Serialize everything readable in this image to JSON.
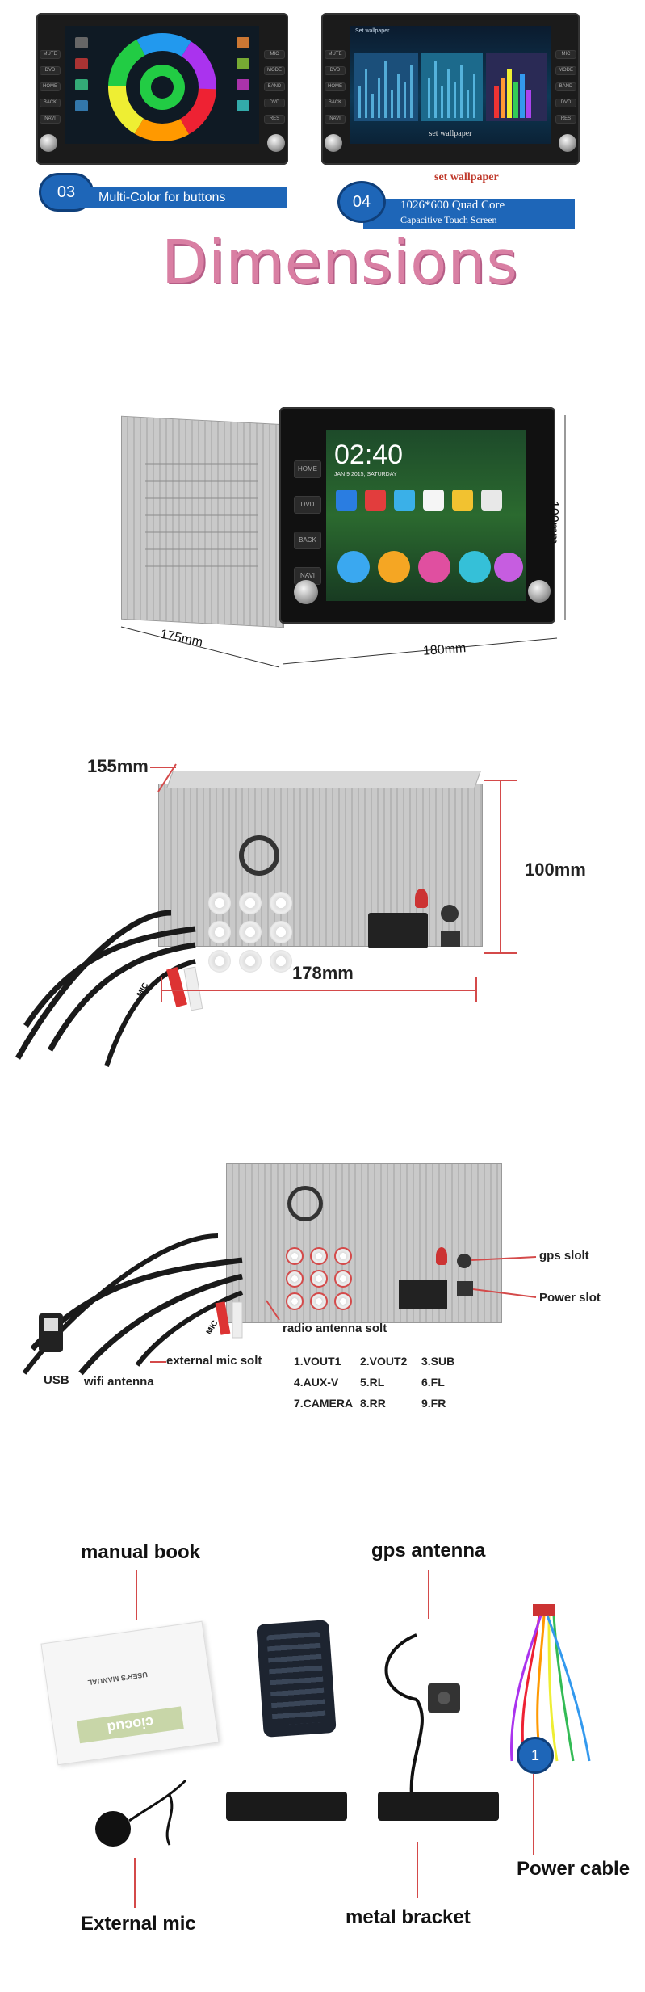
{
  "top_units": {
    "unit1_badge_num": "03",
    "unit1_badge_text": "Multi-Color for buttons",
    "unit2_badge_num": "04",
    "unit2_overlay_title": "set wallpaper",
    "unit2_overlay_small": "Set wallpaper",
    "unit2_badge_line1": "1026*600 Quad Core",
    "unit2_badge_line2": "Capacitive Touch Screen",
    "side_buttons_left": [
      "MUTE",
      "DVD",
      "HOME",
      "BACK",
      "NAVI"
    ],
    "side_buttons_right": [
      "MIC",
      "MODE",
      "BAND",
      "DVD",
      "RES"
    ]
  },
  "dimensions_title": "Dimensions",
  "front_view": {
    "clock": "02:40",
    "date": "JAN 9 2015, SATURDAY",
    "menu_buttons": [
      "HOME",
      "DVD",
      "BACK",
      "NAVI"
    ],
    "depth": "175mm",
    "width": "180mm",
    "height": "100mm"
  },
  "rear_view": {
    "depth": "155mm",
    "height": "100mm",
    "width": "178mm",
    "mic_label": "MIC"
  },
  "connections": {
    "gps_slot": "gps slolt",
    "power_slot": "Power slot",
    "radio_antenna": "radio antenna solt",
    "external_mic": "external mic solt",
    "usb": "USB",
    "wifi_antenna": "wifi antenna",
    "mic_label": "MIC",
    "pins_row1": [
      "1.VOUT1",
      "2.VOUT2",
      "3.SUB"
    ],
    "pins_row2": [
      "4.AUX-V",
      "5.RL",
      "6.FL"
    ],
    "pins_row3": [
      "7.CAMERA",
      "8.RR",
      "9.FR"
    ]
  },
  "accessories": {
    "manual_book": "manual book",
    "gps_antenna": "gps antenna",
    "external_mic": "External mic",
    "metal_bracket": "metal bracket",
    "power_cable": "Power cable",
    "manual_title": "USER'S MANUAL",
    "manual_brand": "ciocud",
    "cable_badge": "1"
  },
  "colors": {
    "badge_blue": "#1e66b8",
    "title_pink": "#d97fa3",
    "pointer_red": "#d44a4a"
  }
}
